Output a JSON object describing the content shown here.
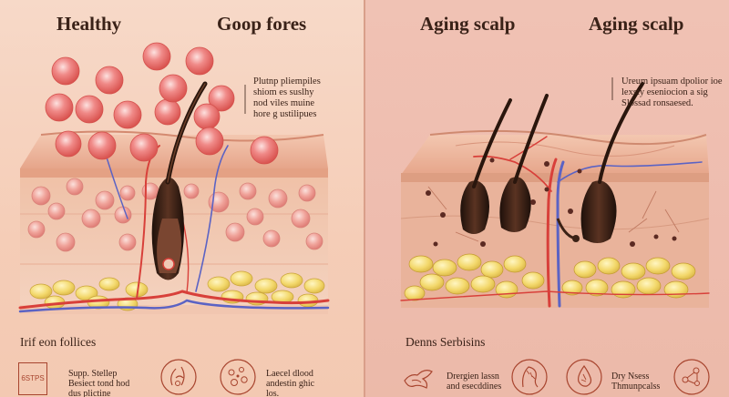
{
  "colors": {
    "skin": "#efb79c",
    "fat": "#f1d873",
    "vessel_red": "#d8403a",
    "vessel_blue": "#5b63c4",
    "cell": "#ec6f6f",
    "hair": "#3b2216"
  },
  "left": {
    "title_1": "Healthy",
    "title_2": "Goop fores",
    "note": "Plutnp pliempiles\nshiom es suslhy\nnod viles muine\nhore g ustilipues",
    "section": "Irif eon follices",
    "features": [
      {
        "icon": "label-box-icon",
        "label": "6STPS"
      },
      {
        "icon": "",
        "label": "Supp. Stellep\nBesiect tond hod\ndus plictine"
      },
      {
        "icon": "follicle-circle-icon",
        "label": ""
      },
      {
        "icon": "cells-circle-icon",
        "label": ""
      },
      {
        "icon": "",
        "label": "Laecel dlood\nandestin ghic\nlos."
      }
    ]
  },
  "right": {
    "title_1": "Aging scalp",
    "title_2": "Aging scalp",
    "note": "Ureum ipsuam dpolior ioe\nlexsty eseniocion a sig\nSlossad ronsaesed.",
    "section": "Denns Serbisins",
    "features": [
      {
        "icon": "hand-icon",
        "label": ""
      },
      {
        "icon": "",
        "label": "Drergien lassn\nand esecddines"
      },
      {
        "icon": "scalp-circle-icon",
        "label": ""
      },
      {
        "icon": "drop-circle-icon",
        "label": ""
      },
      {
        "icon": "",
        "label": "Dry Nsess\nThmunpcalss"
      },
      {
        "icon": "molecule-circle-icon",
        "label": ""
      }
    ]
  }
}
